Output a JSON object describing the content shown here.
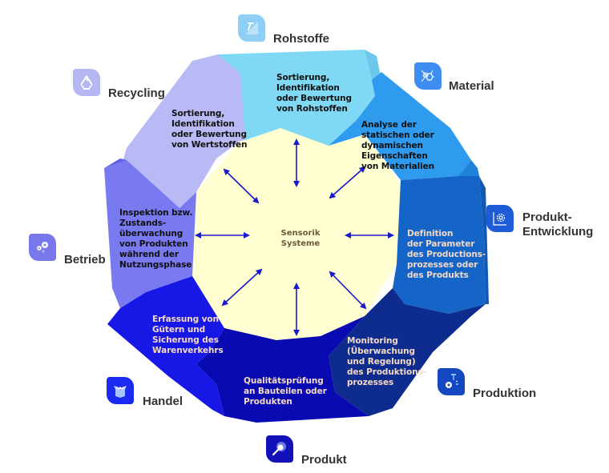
{
  "center": {
    "label": "Sensorik\nSysteme",
    "fill": "#FFFFD2",
    "text_color": "#6B5A3A",
    "arrow_color": "#1A1ACC"
  },
  "stages": [
    {
      "id": "rohstoffe",
      "label": "Rohstoffe",
      "icon": "pickaxe-icon",
      "color": "#7FD8F4",
      "text": "Sortierung,\nIdentifikation\noder Bewertung\nvon Rohstoffen",
      "text_style": "dark"
    },
    {
      "id": "material",
      "label": "Material",
      "icon": "molecule-icon",
      "color": "#2E9BEE",
      "text": "Analyse der\n  statischen oder\n    dynamischen\n      Eigenschaften\n        von Materialien",
      "text_style": "dark"
    },
    {
      "id": "produkt-entwicklung",
      "label": "Produkt-\nEntwicklung",
      "icon": "gear-chart-icon",
      "color": "#1565C8",
      "text": "Definition\nder Parameter\ndes Productions-\nprozesses oder\ndes Produkts",
      "text_style": "light"
    },
    {
      "id": "produktion",
      "label": "Produktion",
      "icon": "milling-gear-icon",
      "color": "#0E2C8E",
      "text": "Monitoring\n(Überwachung\nund Regelung)\ndes Produktions-\nprozesses",
      "text_style": "light"
    },
    {
      "id": "produkt",
      "label": "Produkt",
      "icon": "magnifier-gear-icon",
      "color": "#0A0AB2",
      "text": "Qualitätsprüfung\nan Bauteilen oder\nProdukten",
      "text_style": "light"
    },
    {
      "id": "handel",
      "label": "Handel",
      "icon": "box-icon",
      "color": "#1717E6",
      "text": "Erfassung von\nGütern und\nSicherung des\nWarenverkehrs",
      "text_style": "light"
    },
    {
      "id": "betrieb",
      "label": "Betrieb",
      "icon": "gears-icon",
      "color": "#7A7AF0",
      "text": "Inspektion bzw.\nZustands-\nüberwachung\nvon Produkten\nwährend der\nNutzungsphase",
      "text_style": "dark"
    },
    {
      "id": "recycling",
      "label": "Recycling",
      "icon": "recycle-icon",
      "color": "#B9BAF5",
      "text": "Sortierung,\nIdentifikation\noder Bewertung\nvon Wertstoffen",
      "text_style": "dark"
    }
  ]
}
